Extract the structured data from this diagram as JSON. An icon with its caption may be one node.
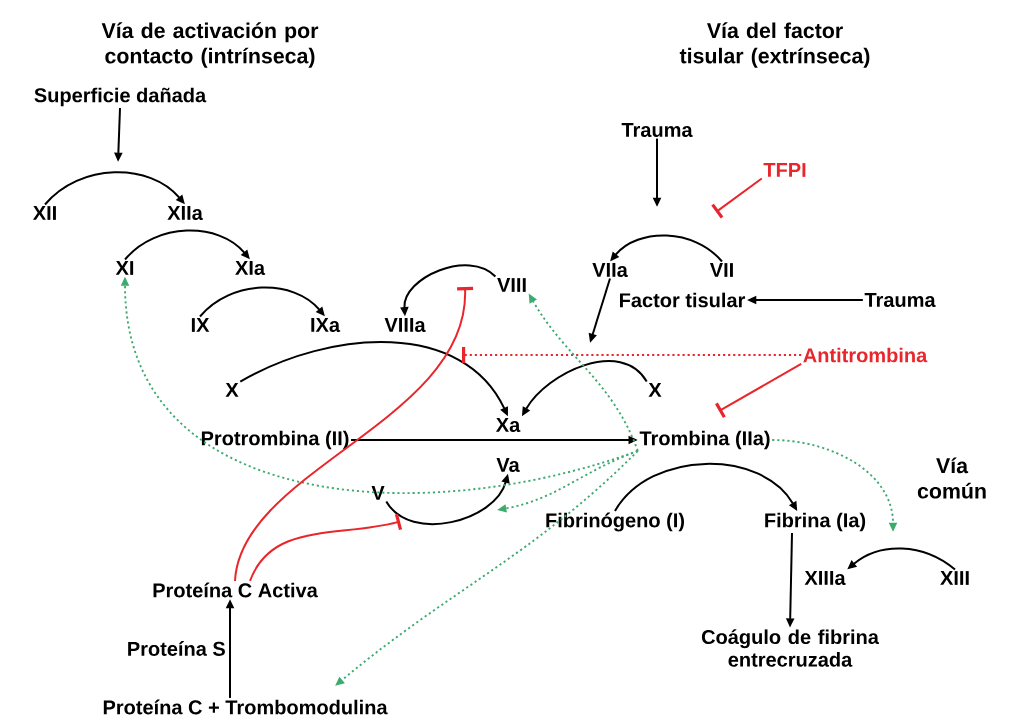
{
  "diagram": {
    "nodes": [
      {
        "text": [
          "Superficie dañada"
        ]
      },
      {
        "text": [
          "XII"
        ]
      },
      {
        "text": [
          "XIIa"
        ]
      },
      {
        "text": [
          "XI"
        ]
      },
      {
        "text": [
          "XIa"
        ]
      },
      {
        "text": [
          "IX"
        ]
      },
      {
        "text": [
          "IXa"
        ]
      },
      {
        "text": [
          "VIIIa"
        ]
      },
      {
        "text": [
          "VIII"
        ]
      },
      {
        "text": [
          "X"
        ]
      },
      {
        "text": [
          "Xa"
        ]
      },
      {
        "text": [
          "Protrombina (II)"
        ]
      },
      {
        "text": [
          "Va"
        ]
      },
      {
        "text": [
          "V"
        ]
      },
      {
        "text": [
          "Trombina (IIa)"
        ]
      },
      {
        "text": [
          "Trauma"
        ]
      },
      {
        "text": [
          "TFPI"
        ]
      },
      {
        "text": [
          "VIIa"
        ]
      },
      {
        "text": [
          "VII"
        ]
      },
      {
        "text": [
          "Factor tisular"
        ]
      },
      {
        "text": [
          "Trauma"
        ]
      },
      {
        "text": [
          "X"
        ]
      },
      {
        "text": [
          "Antitrombina"
        ]
      },
      {
        "text": [
          "Fibrinógeno (I)"
        ]
      },
      {
        "text": [
          "Fibrina (Ia)"
        ]
      },
      {
        "text": [
          "XIIIa"
        ]
      },
      {
        "text": [
          "XIII"
        ]
      },
      {
        "text": [
          "Coágulo de fibrina entrecruzada"
        ]
      },
      {
        "text": [
          "Proteína C Activa"
        ]
      },
      {
        "text": [
          "Proteína C + Trombomodulina"
        ]
      }
    ],
    "edges": [
      {
        "from": 0,
        "to": null,
        "arrow": "to"
      },
      {
        "from": 1,
        "to": 2,
        "arrow": "to"
      },
      {
        "from": 3,
        "to": 4,
        "arrow": "to"
      },
      {
        "from": 5,
        "to": 6,
        "arrow": "to"
      },
      {
        "from": 8,
        "to": 7,
        "arrow": "to"
      },
      {
        "from": 9,
        "to": 10,
        "arrow": "to"
      },
      {
        "from": 21,
        "to": 10,
        "arrow": "to"
      },
      {
        "from": 11,
        "to": 14,
        "arrow": "to"
      },
      {
        "from": 13,
        "to": 12,
        "arrow": "to"
      },
      {
        "from": 15,
        "to": null,
        "arrow": "to"
      },
      {
        "from": 18,
        "to": 17,
        "arrow": "to"
      },
      {
        "from": 16,
        "to": null,
        "arrow": "other",
        "color": "#e8262b"
      },
      {
        "from": 20,
        "to": 19,
        "arrow": "to"
      },
      {
        "from": 17,
        "to": null,
        "arrow": "to"
      },
      {
        "from": 22,
        "to": null,
        "arrow": "other",
        "style": "dashed",
        "color": "#e8262b"
      },
      {
        "from": 22,
        "to": 14,
        "arrow": "other",
        "color": "#e8262b"
      },
      {
        "from": 23,
        "to": 24,
        "arrow": "to"
      },
      {
        "from": 26,
        "to": 25,
        "arrow": "to"
      },
      {
        "from": 24,
        "to": 27,
        "arrow": "to"
      },
      {
        "from": 29,
        "to": 28,
        "arrow": "to",
        "label": "Proteína S"
      },
      {
        "from": 14,
        "to": 3,
        "arrow": "to",
        "style": "dashed",
        "color": "#3daa6e"
      },
      {
        "from": 14,
        "to": 8,
        "arrow": "to",
        "style": "dashed",
        "color": "#3daa6e"
      },
      {
        "from": 14,
        "to": null,
        "arrow": "to",
        "style": "dashed",
        "color": "#3daa6e"
      },
      {
        "from": 14,
        "to": 29,
        "arrow": "to",
        "style": "dashed",
        "color": "#3daa6e"
      },
      {
        "from": 14,
        "to": null,
        "arrow": "to",
        "style": "dashed",
        "color": "#3daa6e"
      },
      {
        "from": 28,
        "to": null,
        "arrow": "other",
        "color": "#e8262b"
      },
      {
        "from": 28,
        "to": 13,
        "arrow": "other",
        "color": "#e8262b"
      }
    ],
    "labels": [
      "Vía de activación por contacto (intrínseca)",
      "Vía del factor tisular (extrínseca)",
      "Vía común"
    ]
  }
}
